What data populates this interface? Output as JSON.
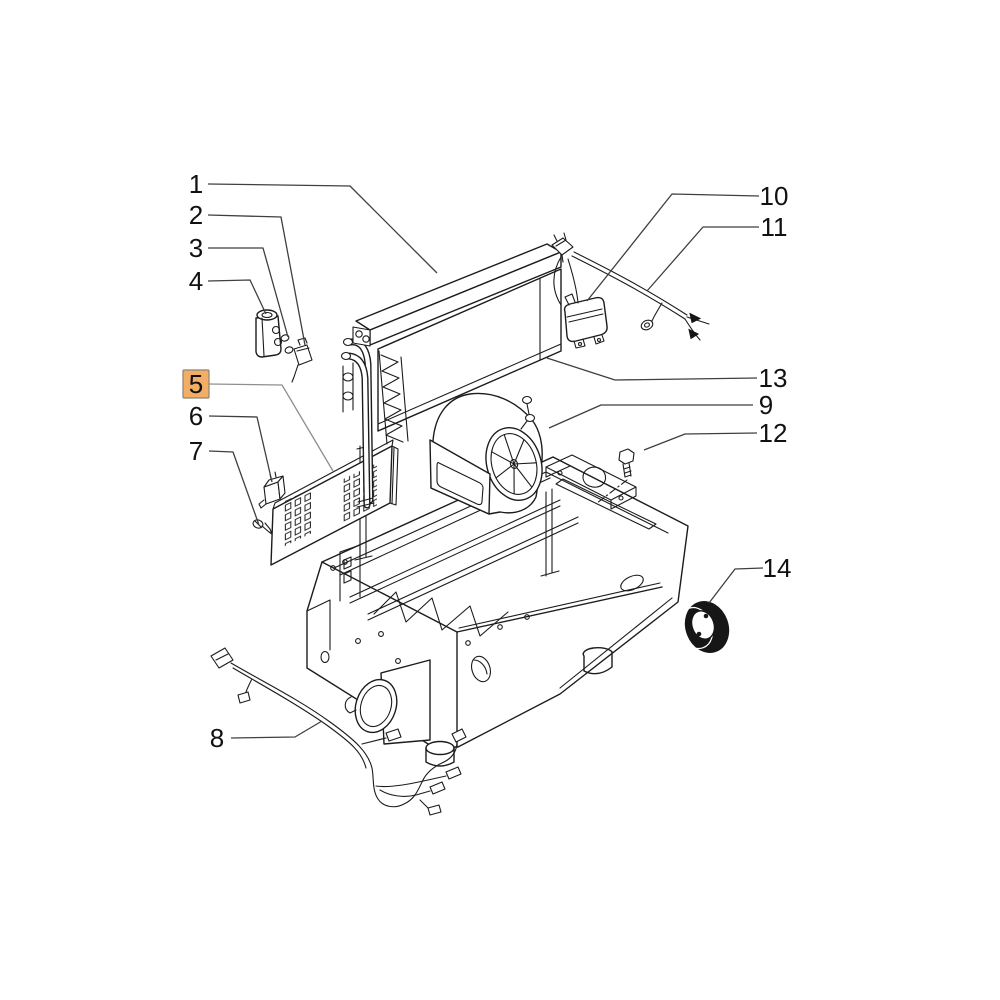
{
  "diagram": {
    "description": "Exploded-view parts diagram of a heater / blower cab unit with numbered callouts",
    "colors": {
      "background": "#ffffff",
      "line": "#1c1c1c",
      "leader": "#3f3f3f",
      "highlight_bg": "#f2ae66",
      "highlight_border": "#8b8372",
      "highlight_text": "#bf7c3e",
      "label_text": "#111111"
    },
    "callouts": [
      {
        "label": "1",
        "highlighted": false
      },
      {
        "label": "2",
        "highlighted": false
      },
      {
        "label": "3",
        "highlighted": false
      },
      {
        "label": "4",
        "highlighted": false
      },
      {
        "label": "5",
        "highlighted": true
      },
      {
        "label": "6",
        "highlighted": false
      },
      {
        "label": "7",
        "highlighted": false
      },
      {
        "label": "8",
        "highlighted": false
      },
      {
        "label": "9",
        "highlighted": false
      },
      {
        "label": "10",
        "highlighted": false
      },
      {
        "label": "11",
        "highlighted": false
      },
      {
        "label": "12",
        "highlighted": false
      },
      {
        "label": "13",
        "highlighted": false
      },
      {
        "label": "14",
        "highlighted": false
      }
    ]
  }
}
